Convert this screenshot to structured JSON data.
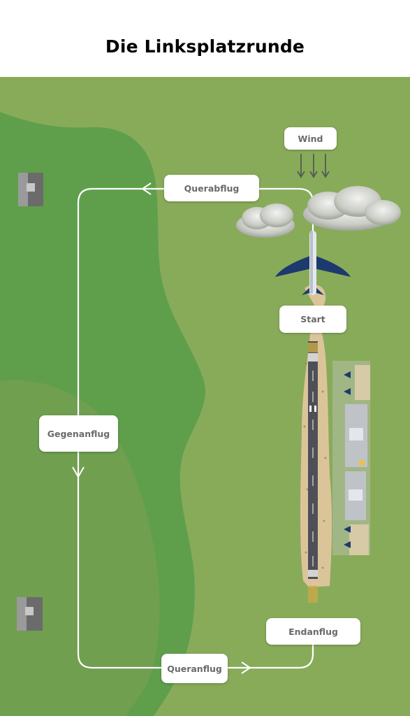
{
  "title": "Die Linksplatzrunde",
  "labels": {
    "wind": "Wind",
    "querabflug": "Querabflug",
    "start": "Start",
    "gegenanflug": "Gegenanflug",
    "endanflug": "Endanflug",
    "queranflug": "Queranflug"
  },
  "colors": {
    "grass_light": "#88ab5a",
    "grass_dark": "#5f9f4c",
    "runway": "#4f5057",
    "sand": "#dcc49a",
    "circuit_line": "#ffffff",
    "aircraft_wing": "#1c3a6e"
  },
  "icons": [
    "wind-arrows-icon",
    "cloud-icon",
    "airplane-icon",
    "house-icon",
    "hangar-icon"
  ]
}
